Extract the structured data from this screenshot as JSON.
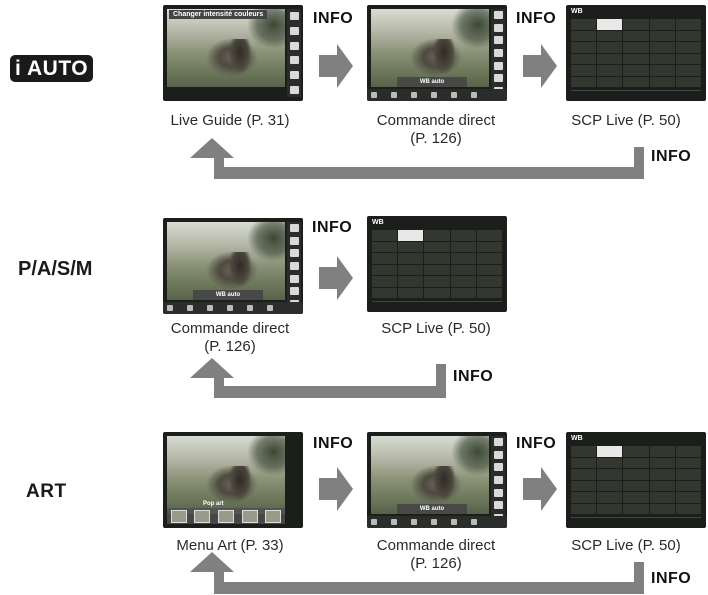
{
  "modes": {
    "iauto": "AUTO",
    "pasm": "P/A/S/M",
    "art": "ART"
  },
  "info_label": "INFO",
  "row1": {
    "screen1_overlay": "Changer intensité couleurs",
    "screen2_bar": "WB auto",
    "caption1": "Live Guide (P. 31)",
    "caption2_line1": "Commande direct",
    "caption2_line2": "(P. 126)",
    "caption3": "SCP Live (P. 50)"
  },
  "row2": {
    "screen1_bar": "WB auto",
    "caption1_line1": "Commande direct",
    "caption1_line2": "(P. 126)",
    "caption2": "SCP Live (P. 50)"
  },
  "row3": {
    "screen1_overlay": "Pop art",
    "screen2_bar": "WB auto",
    "caption1": "Menu Art (P. 33)",
    "caption2_line1": "Commande direct",
    "caption2_line2": "(P. 126)",
    "caption3": "SCP Live (P. 50)"
  },
  "scp_title": "WB",
  "colors": {
    "arrow": "#808080",
    "screen": "#1c1e1b",
    "text": "#2a2a2a"
  },
  "icons": [
    "gray-arrow-right",
    "gray-return-arrow",
    "camera-screen-thumbnail"
  ]
}
